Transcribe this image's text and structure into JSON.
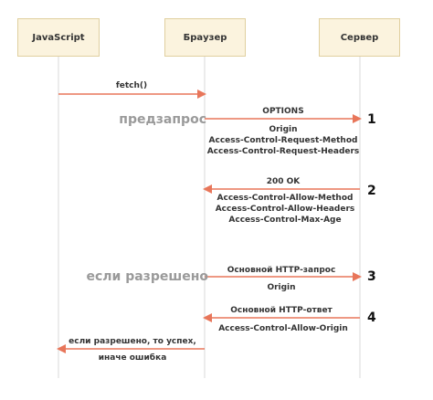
{
  "participants": {
    "javascript": "JavaScript",
    "browser": "Браузер",
    "server": "Сервер"
  },
  "messages": {
    "fetch": "fetch()",
    "options": "OPTIONS",
    "origin": "Origin",
    "req_method": "Access-Control-Request-Method",
    "req_headers": "Access-Control-Request-Headers",
    "ok_200": "200 OK",
    "allow_method": "Access-Control-Allow-Method",
    "allow_headers": "Access-Control-Allow-Headers",
    "max_age": "Access-Control-Max-Age",
    "main_request": "Основной HTTP-запрос",
    "main_origin": "Origin",
    "main_response": "Основной HTTP-ответ",
    "allow_origin": "Access-Control-Allow-Origin",
    "result_line1": "если разрешено, то успех,",
    "result_line2": "иначе ошибка"
  },
  "side_labels": {
    "preflight": "предзапрос",
    "if_allowed": "если разрешено"
  },
  "step_numbers": [
    "1",
    "2",
    "3",
    "4"
  ],
  "colors": {
    "arrow": "#e8765a",
    "lifeline": "#d9d9d9",
    "box_fill": "#fbf3de",
    "box_border": "#e0cf9f",
    "side_label": "#9a9a9a"
  }
}
